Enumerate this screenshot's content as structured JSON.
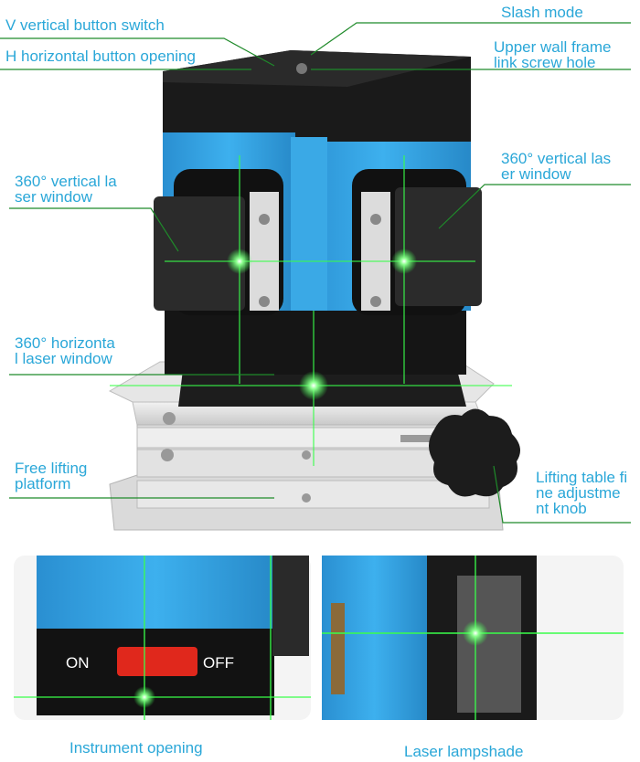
{
  "labels": {
    "v_button": "V vertical button switch",
    "h_button": "H horizontal button opening",
    "slash_mode": "Slash mode",
    "upper_wall": "Upper wall frame\nlink screw hole",
    "vert_left": "360°  vertical la\nser window",
    "vert_right": "360°  vertical las\ner window",
    "horiz_window": "360°  horizonta\nl laser window",
    "lifting_platform": "Free lifting\nplatform",
    "fine_knob": "Lifting table fi\nne adjustme\nnt knob",
    "instrument_opening": "Instrument opening",
    "laser_lampshade": "Laser lampshade",
    "switch_on": "ON",
    "switch_off": "OFF"
  },
  "colors": {
    "label_blue": "#2aa7d8",
    "leader_green": "#1f8a2a",
    "body_blue": "#2f9fde",
    "body_black": "#151515",
    "laser_green": "#39ff4a",
    "platform_gray": "#d9d9d9",
    "switch_red": "#e0281c"
  }
}
